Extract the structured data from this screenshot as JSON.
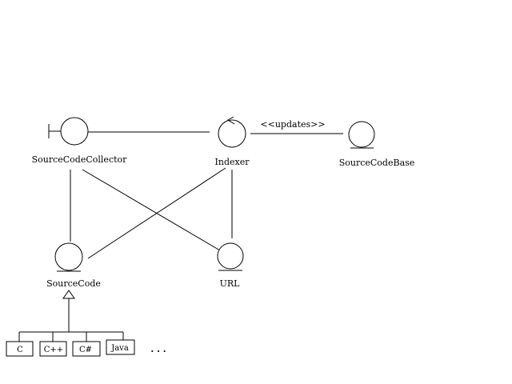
{
  "nodes": {
    "collector": {
      "label": "SourceCodeCollector",
      "stereotype": "boundary"
    },
    "indexer": {
      "label": "Indexer",
      "stereotype": "control"
    },
    "codebase": {
      "label": "SourceCodeBase",
      "stereotype": "entity"
    },
    "sourcecode": {
      "label": "SourceCode",
      "stereotype": "entity"
    },
    "url": {
      "label": "URL",
      "stereotype": "entity"
    }
  },
  "relations": {
    "updates_label": "<<updates>>"
  },
  "subclasses": [
    "C",
    "C++",
    "C#",
    "Java"
  ],
  "ellipsis": ". . ."
}
